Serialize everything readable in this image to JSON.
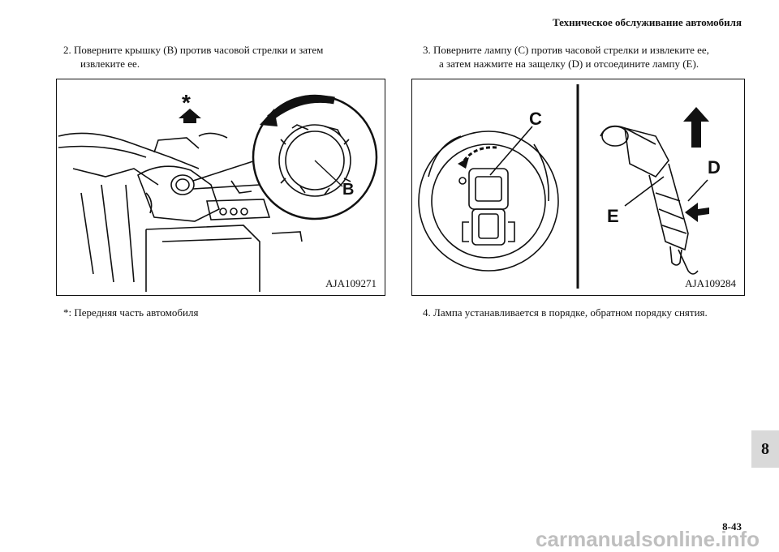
{
  "header": {
    "title": "Техническое обслуживание автомобиля"
  },
  "left": {
    "step_line1": "2.  Поверните крышку (B) против часовой стрелки и затем",
    "step_line2": "извлеките ее.",
    "figure": {
      "code": "AJA109271",
      "label_b": "B",
      "star": "*"
    },
    "note": "*:  Передняя часть автомобиля"
  },
  "right": {
    "step_line1": "3.  Поверните лампу (C) против часовой стрелки и извлеките ее,",
    "step_line2": "а затем нажмите на защелку (D) и отсоедините лампу (E).",
    "figure": {
      "code": "AJA109284",
      "label_c": "C",
      "label_d": "D",
      "label_e": "E"
    },
    "step4": "4.  Лампа устанавливается в порядке, обратном порядку снятия."
  },
  "chapter_tab": "8",
  "page_number": "8-43",
  "watermark": "carmanualsonline.info"
}
